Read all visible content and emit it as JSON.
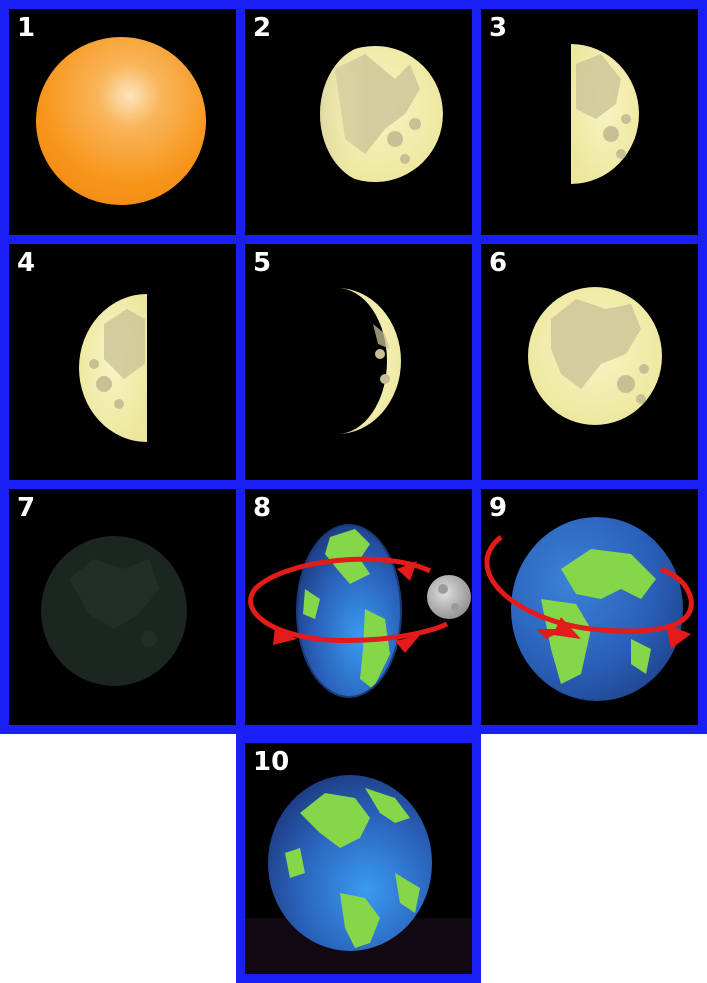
{
  "colors": {
    "border": "#1a1ff5",
    "tile_background": "#000000",
    "label": "#ffffff",
    "sun": "#f7951a",
    "moon": "#f3efb0",
    "moon_maria": "#c8c095",
    "earth_ocean": "#2a5fb8",
    "earth_land": "#86d64a",
    "arrow": "#e41b1b",
    "new_moon": "#1c2620"
  },
  "tiles": [
    {
      "number": "1",
      "subject": "sun-icon"
    },
    {
      "number": "2",
      "subject": "waxing-gibbous-moon-icon"
    },
    {
      "number": "3",
      "subject": "first-quarter-moon-icon"
    },
    {
      "number": "4",
      "subject": "last-quarter-moon-icon"
    },
    {
      "number": "5",
      "subject": "waxing-crescent-moon-icon"
    },
    {
      "number": "6",
      "subject": "full-moon-icon"
    },
    {
      "number": "7",
      "subject": "new-moon-icon"
    },
    {
      "number": "8",
      "subject": "moon-orbit-around-earth-icon"
    },
    {
      "number": "9",
      "subject": "earth-rotation-icon"
    },
    {
      "number": "10",
      "subject": "earth-icon"
    }
  ]
}
